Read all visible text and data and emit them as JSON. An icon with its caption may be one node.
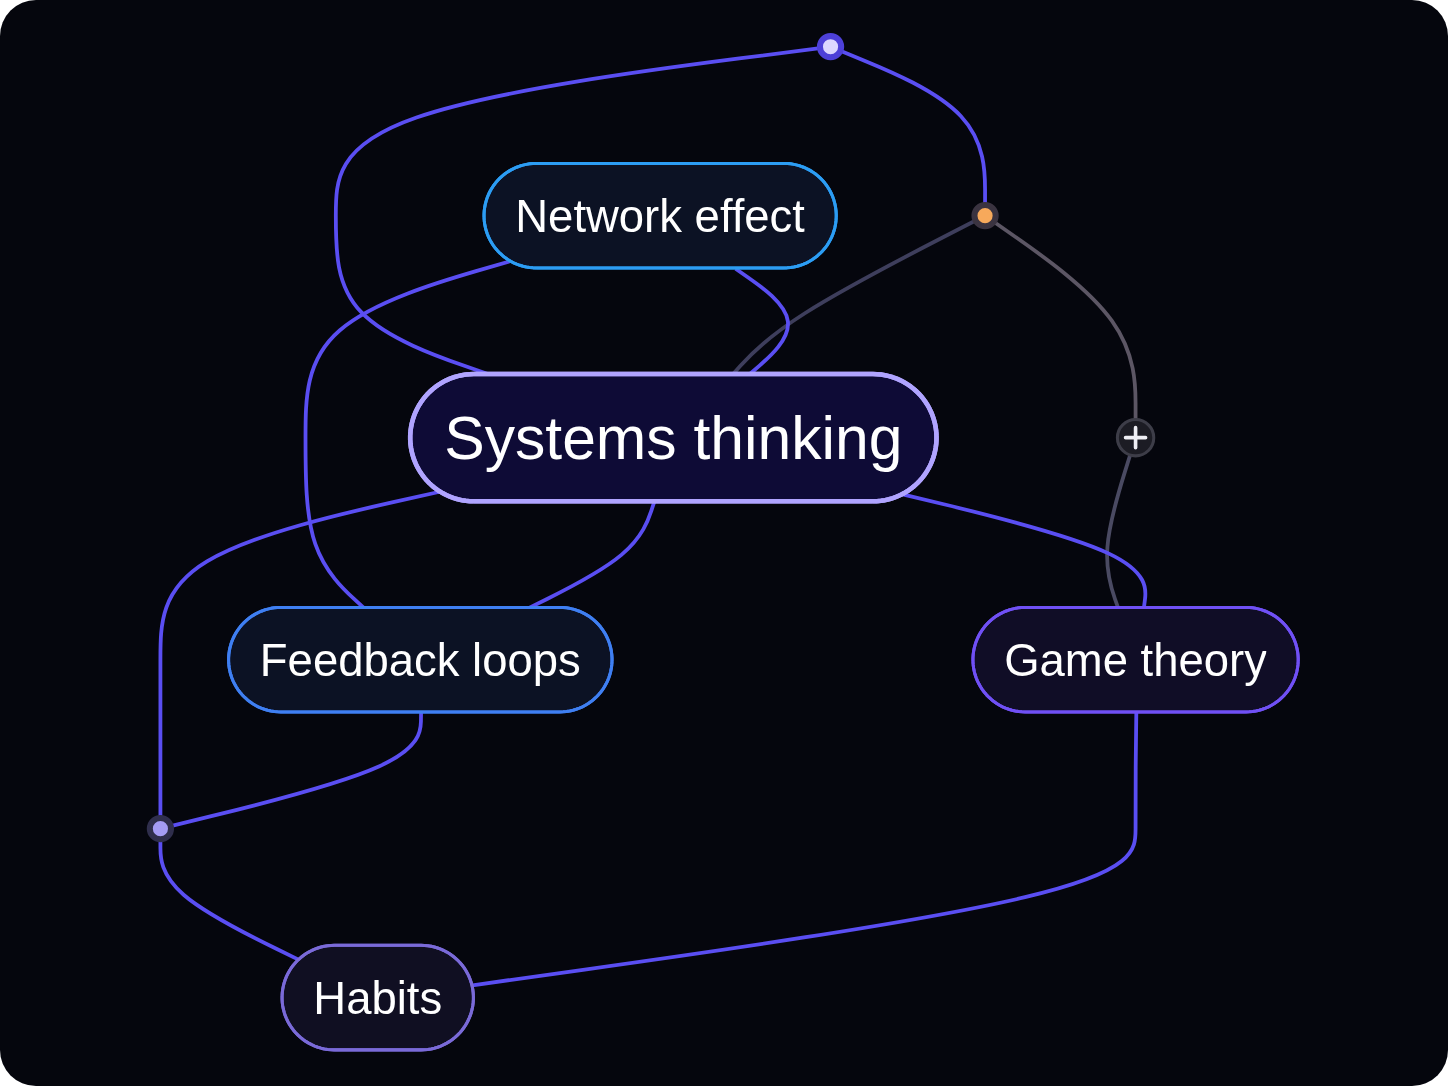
{
  "diagram": {
    "nodes": [
      {
        "text": [],
        "shape": "circle"
      },
      {
        "text": [],
        "shape": "circle"
      },
      {
        "text": [
          "Network effect"
        ]
      },
      {
        "text": [],
        "shape": "circle"
      },
      {
        "text": [
          "Systems thinking"
        ]
      },
      {
        "text": [
          "Feedback loops"
        ]
      },
      {
        "text": [
          "Game theory"
        ]
      },
      {
        "text": [],
        "shape": "circle"
      },
      {
        "text": [
          "Habits"
        ]
      }
    ],
    "edges": [
      {
        "from": 0,
        "to": 4,
        "arrow": "none"
      },
      {
        "from": 0,
        "to": 1,
        "arrow": "none"
      },
      {
        "from": 1,
        "to": 3,
        "arrow": "none",
        "color": "#5c5664"
      },
      {
        "from": 1,
        "to": 4,
        "arrow": "none",
        "color": "#3e3e5c"
      },
      {
        "from": 2,
        "to": 4,
        "arrow": "none"
      },
      {
        "from": 2,
        "to": 5,
        "arrow": "none"
      },
      {
        "from": 3,
        "to": 6,
        "arrow": "none",
        "color": "#4a4a62"
      },
      {
        "from": 4,
        "to": 5,
        "arrow": "none"
      },
      {
        "from": 4,
        "to": 6,
        "arrow": "none"
      },
      {
        "from": 4,
        "to": 7,
        "arrow": "none"
      },
      {
        "from": 5,
        "to": 7,
        "arrow": "none"
      },
      {
        "from": 7,
        "to": 8,
        "arrow": "none"
      },
      {
        "from": 6,
        "to": 8,
        "arrow": "none"
      }
    ]
  }
}
